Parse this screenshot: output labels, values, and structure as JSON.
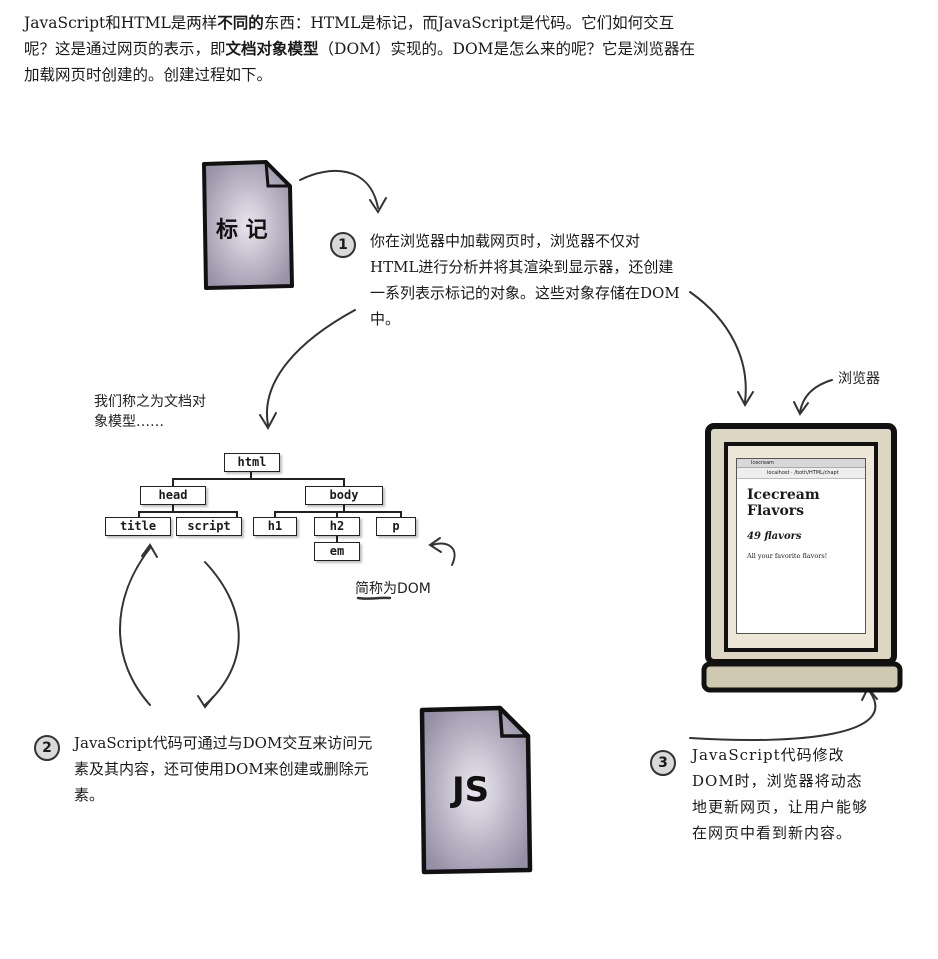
{
  "intro": {
    "part1": "JavaScript和HTML是两样",
    "bold1": "不同的",
    "part2": "东西：HTML是标记，而JavaScript是代码。它们如何交互呢？这是通过网页的表示，即",
    "bold2": "文档对象模型",
    "part3": "（DOM）实现的。DOM是怎么来的呢？它是浏览器在加载网页时创建的。创建过程如下。"
  },
  "markup_doc": {
    "label": "标 记"
  },
  "js_doc": {
    "label": "JS"
  },
  "step1": {
    "number": "1",
    "text": "你在浏览器中加载网页时，浏览器不仅对HTML进行分析并将其渲染到显示器，还创建一系列表示标记的对象。这些对象存储在DOM中。"
  },
  "step2": {
    "number": "2",
    "text": "JavaScript代码可通过与DOM交互来访问元素及其内容，还可使用DOM来创建或删除元素。"
  },
  "step3": {
    "number": "3",
    "text": "JavaScript代码修改DOM时，浏览器将动态地更新网页，让用户能够在网页中看到新内容。"
  },
  "annotations": {
    "dom_model": "我们称之为文档对象模型……",
    "dom_short": "简称为DOM",
    "browser": "浏览器"
  },
  "tree": {
    "html": "html",
    "head": "head",
    "body": "body",
    "title": "title",
    "script": "script",
    "h1": "h1",
    "h2": "h2",
    "p": "p",
    "em": "em"
  },
  "browser_window": {
    "tab": "Icecream",
    "address": "localhost · /both/HTML/chapt",
    "page_title": "Icecream Flavors",
    "page_h2": "49 flavors",
    "page_p": "All your favorite flavors!"
  }
}
